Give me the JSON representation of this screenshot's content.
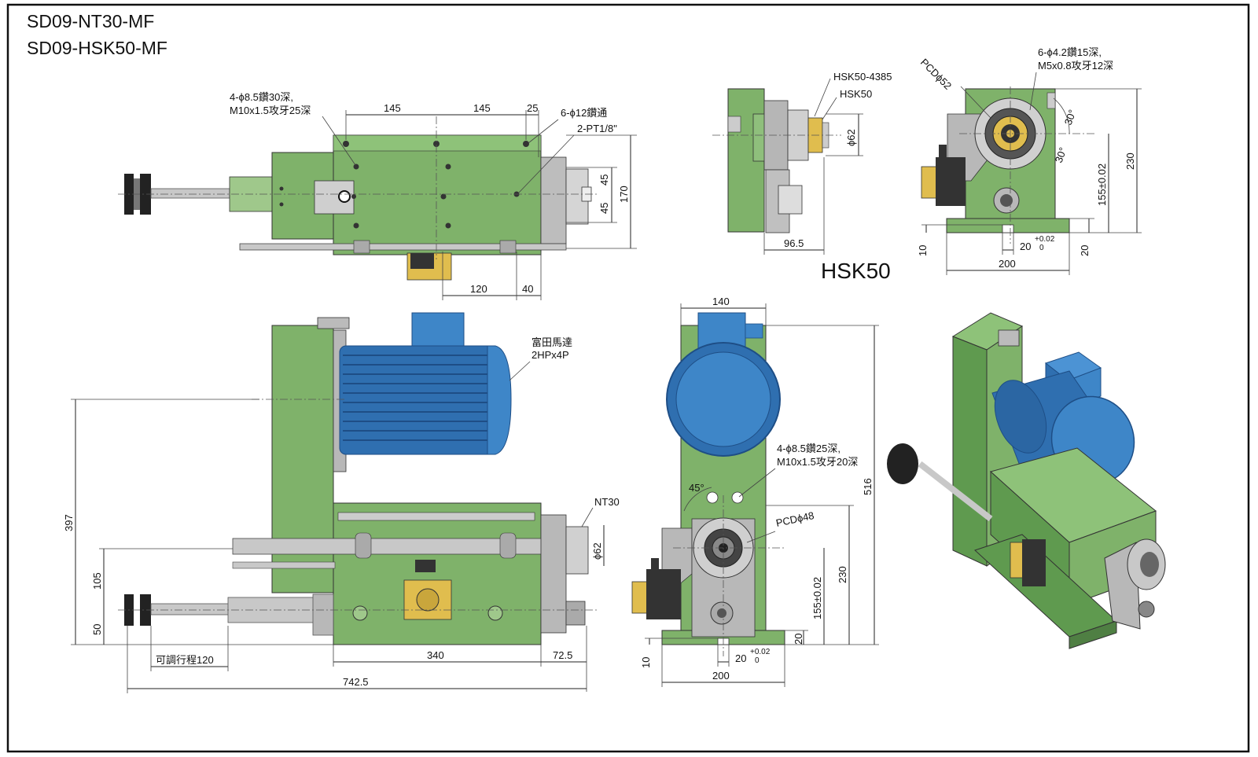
{
  "titles": {
    "line1": "SD09-NT30-MF",
    "line2": "SD09-HSK50-MF"
  },
  "colors": {
    "body_green": "#7fb26a",
    "body_green_dark": "#4f7f43",
    "motor_blue": "#3e86c8",
    "motor_blue_dark": "#1e4e86",
    "brass": "#e0bd4e",
    "steel": "#b8b8b8",
    "black": "#222222"
  },
  "top_view": {
    "note_holes_a": "4-ϕ8.5鑽30深,",
    "note_holes_b": "M10x1.5攻牙25深",
    "note_holes_c": "6-ϕ12鑽通",
    "note_holes_d": "2-PT1/8\"",
    "dim_145a": "145",
    "dim_145b": "145",
    "dim_25": "25",
    "dim_45a": "45",
    "dim_45b": "45",
    "dim_170": "170",
    "dim_120": "120",
    "dim_40": "40"
  },
  "hsk_detail": {
    "label_4385": "HSK50-4385",
    "label_hsk50": "HSK50",
    "dia": "ϕ62",
    "dim_96_5": "96.5",
    "caption": "HSK50"
  },
  "front_top": {
    "pcd": "PCDϕ52",
    "note_a": "6-ϕ4.2鑽15深,",
    "note_b": "M5x0.8攻牙12深",
    "ang1": "30°",
    "ang2": "30°",
    "dim_230": "230",
    "dim_155": "155±0.02",
    "dim_10": "10",
    "dim_20": "20",
    "dim_20tol": "20",
    "tol_up": "+0.02",
    "tol_lo": "0",
    "dim_200": "200"
  },
  "side_view": {
    "motor_a": "富田馬達",
    "motor_b": "2HPx4P",
    "nt30": "NT30",
    "dia62": "ϕ62",
    "dim_397": "397",
    "dim_105": "105",
    "dim_50": "50",
    "stroke": "可調行程120",
    "dim_340": "340",
    "dim_72_5": "72.5",
    "dim_742_5": "742.5"
  },
  "front_view": {
    "dim_140": "140",
    "ang45": "45°",
    "note_a": "4-ϕ8.5鑽25深,",
    "note_b": "M10x1.5攻牙20深",
    "pcd": "PCDϕ48",
    "dim_516": "516",
    "dim_230": "230",
    "dim_155": "155±0.02",
    "dim_20": "20",
    "dim_10": "10",
    "dim_20tol": "20",
    "tol_up": "+0.02",
    "tol_lo": "0",
    "dim_200": "200"
  }
}
